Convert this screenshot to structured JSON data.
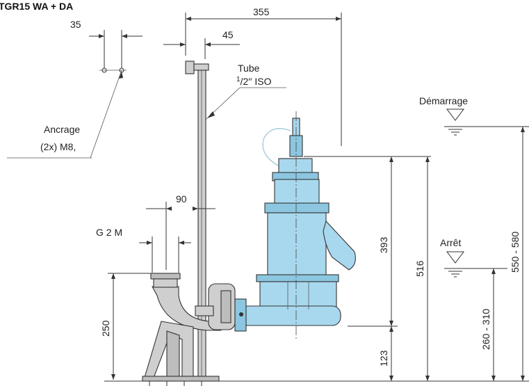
{
  "title": "TGR15 WA + DA",
  "dimensions": {
    "d355": "355",
    "d45": "45",
    "d35": "35",
    "d90": "90",
    "d393": "393",
    "d516": "516",
    "d123": "123",
    "d250": "250",
    "d550_580": "550 - 580",
    "d260_310": "260 - 310"
  },
  "labels": {
    "tube_line1": "Tube",
    "tube_frac_num": "1",
    "tube_frac_den": "/2′′ ISO",
    "ancrage_line1": "Ancrage",
    "ancrage_line2": "(2x) M8,",
    "g2m": "G 2 M",
    "demarrage": "Démarrage",
    "arret": "Arrêt"
  },
  "colors": {
    "pump_blue": "#a8d8ee",
    "frame_grey": "#cfcfcf"
  }
}
